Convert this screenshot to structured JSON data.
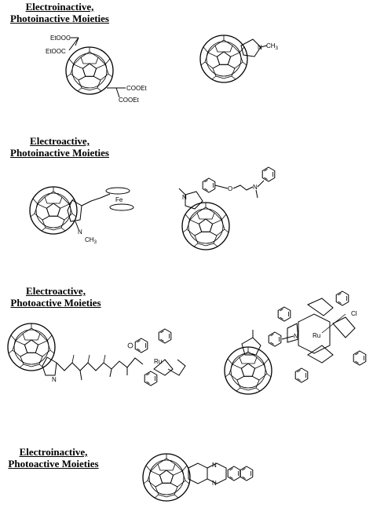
{
  "sections": [
    {
      "line1": "Electroinactive,",
      "line2": "Photoinactive Moieties"
    },
    {
      "line1": "Electroactive,",
      "line2": "Photoinactive Moieties"
    },
    {
      "line1": "Electroactive,",
      "line2": "Photoactive Moieties"
    },
    {
      "line1": "Electroinactive,",
      "line2": "Photoactive Moieties"
    }
  ],
  "labels": {
    "etooc_1": "EtOOC",
    "etooc_2": "EtOOC",
    "cooet_1": "COOEt",
    "cooet_2": "COOEt",
    "n_methyl_1": "N",
    "ch3_1": "CH",
    "ch3_1_sub": "3",
    "fe": "Fe",
    "n_ferro": "N",
    "ch3_ferro": "CH",
    "ch3_ferro_sub": "3",
    "n_pyr": "N",
    "n_amine": "N",
    "o_ether": "O",
    "n_carot": "N",
    "ru": "Ru",
    "n_por": "N",
    "cl": "Cl",
    "n_phenaz_1": "N",
    "n_phenaz_2": "N"
  }
}
